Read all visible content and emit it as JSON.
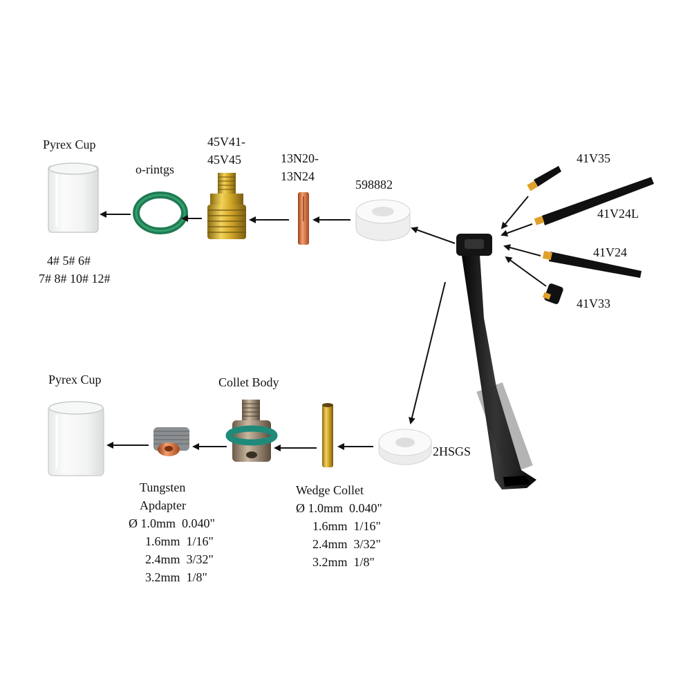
{
  "top": {
    "pyrex_cup": "Pyrex Cup",
    "cup_sizes_line1": "4# 5# 6#",
    "cup_sizes_line2": "7# 8# 10# 12#",
    "orings": "o-rintgs",
    "collet_body_line1": "45V41-",
    "collet_body_line2": "45V45",
    "collet_line1": "13N20-",
    "collet_line2": "13N24",
    "insulator": "598882"
  },
  "caps": {
    "c1": "41V35",
    "c2": "41V24L",
    "c3": "41V24",
    "c4": "41V33"
  },
  "bottom": {
    "pyrex_cup": "Pyrex Cup",
    "collet_body": "Collet Body",
    "gasket": "2HSGS",
    "tungsten_line1": "Tungsten",
    "tungsten_line2": "Apdapter",
    "tungsten_specs": [
      {
        "mm": "Ø 1.0mm",
        "inch": "0.040\""
      },
      {
        "mm": "1.6mm",
        "inch": "1/16\""
      },
      {
        "mm": "2.4mm",
        "inch": "3/32\""
      },
      {
        "mm": "3.2mm",
        "inch": "1/8\""
      }
    ],
    "wedge_collet": "Wedge Collet",
    "wedge_specs": [
      {
        "mm": "Ø 1.0mm",
        "inch": "0.040\""
      },
      {
        "mm": "1.6mm",
        "inch": "1/16\""
      },
      {
        "mm": "2.4mm",
        "inch": "3/32\""
      },
      {
        "mm": "3.2mm",
        "inch": "1/8\""
      }
    ]
  }
}
